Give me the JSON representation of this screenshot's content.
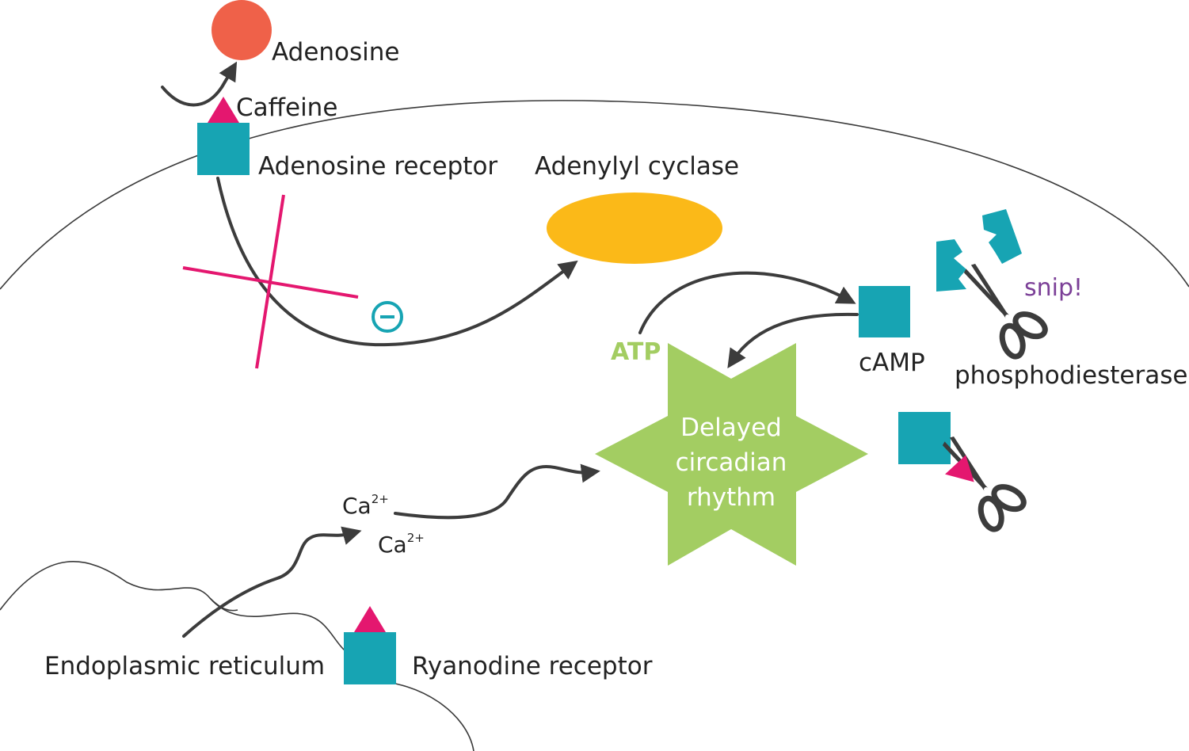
{
  "labels": {
    "adenosine": "Adenosine",
    "caffeine": "Caffeine",
    "adenosine_receptor": "Adenosine receptor",
    "adenylyl_cyclase": "Adenylyl cyclase",
    "atp": "ATP",
    "camp": "cAMP",
    "snip": "snip!",
    "phosphodiesterase": "phosphodiesterase",
    "delayed_line1": "Delayed",
    "delayed_line2": "circadian",
    "delayed_line3": "rhythm",
    "ca_base": "Ca",
    "ca_charge": "2+",
    "endoplasmic_reticulum": "Endoplasmic reticulum",
    "ryanodine_receptor": "Ryanodine receptor"
  },
  "colors": {
    "adenosine": "#ef6149",
    "caffeine": "#e4176f",
    "receptor": "#17a4b3",
    "adenylyl_cyclase": "#fbb918",
    "star": "#a3cd62",
    "atp_text": "#a3cd62",
    "snip_text": "#7b3f97",
    "arrow": "#3c3c3c",
    "scissors": "#3c3c3c",
    "inhibition_cross": "#e4176f"
  },
  "icons": {
    "inhibition": "minus-circle-icon",
    "scissors": "scissors-icon"
  }
}
